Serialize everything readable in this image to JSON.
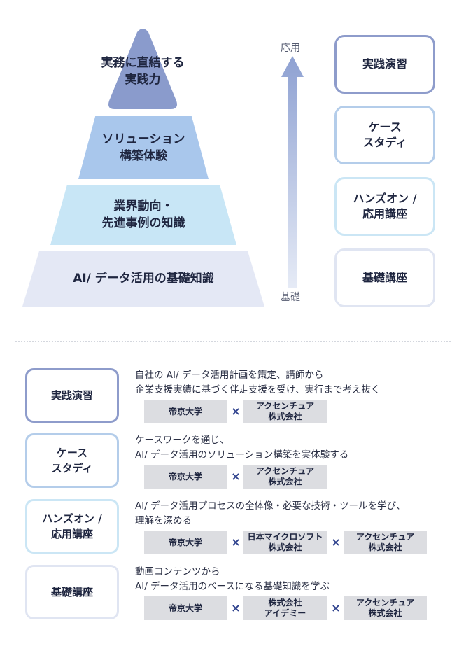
{
  "pyramid": {
    "tier1": "実務に直結する\n実践力",
    "tier2": "ソリューション\n構築体験",
    "tier3": "業界動向・\n先進事例の知識",
    "tier4": "AI/ データ活用の基礎知識"
  },
  "arrow": {
    "top_label": "応用",
    "bottom_label": "基礎"
  },
  "levels": [
    {
      "label": "実践演習",
      "border": "#8e9ccb"
    },
    {
      "label": "ケース\nスタディ",
      "border": "#b4cdea"
    },
    {
      "label": "ハンズオン /\n応用講座",
      "border": "#cbe6f5"
    },
    {
      "label": "基礎講座",
      "border": "#e0e5f2"
    }
  ],
  "rows": [
    {
      "label": "実践演習",
      "border": "#8e9ccb",
      "desc": "自社の AI/ データ活用計画を策定、講師から\n企業支援実績に基づく伴走支援を受け、実行まで考え抜く",
      "partners": [
        "帝京大学",
        "アクセンチュア\n株式会社"
      ]
    },
    {
      "label": "ケース\nスタディ",
      "border": "#b4cdea",
      "desc": "ケースワークを通じ、\nAI/ データ活用のソリューション構築を実体験する",
      "partners": [
        "帝京大学",
        "アクセンチュア\n株式会社"
      ]
    },
    {
      "label": "ハンズオン /\n応用講座",
      "border": "#cbe6f5",
      "desc": "AI/ データ活用プロセスの全体像・必要な技術・ツールを学び、\n理解を深める",
      "partners": [
        "帝京大学",
        "日本マイクロソフト\n株式会社",
        "アクセンチュア\n株式会社"
      ]
    },
    {
      "label": "基礎講座",
      "border": "#e0e5f2",
      "desc": "動画コンテンツから\nAI/ データ活用のベースになる基礎知識を学ぶ",
      "partners": [
        "帝京大学",
        "株式会社\nアイデミー",
        "アクセンチュア\n株式会社"
      ]
    }
  ],
  "separator": "×",
  "colors": {
    "accent_dark": "#8a9bcc",
    "accent_mid": "#a9c7ec",
    "accent_light": "#c8e6f6",
    "accent_pale": "#e4e8f5",
    "chip_bg": "#dcdde1",
    "cross": "#2c3f8c"
  }
}
